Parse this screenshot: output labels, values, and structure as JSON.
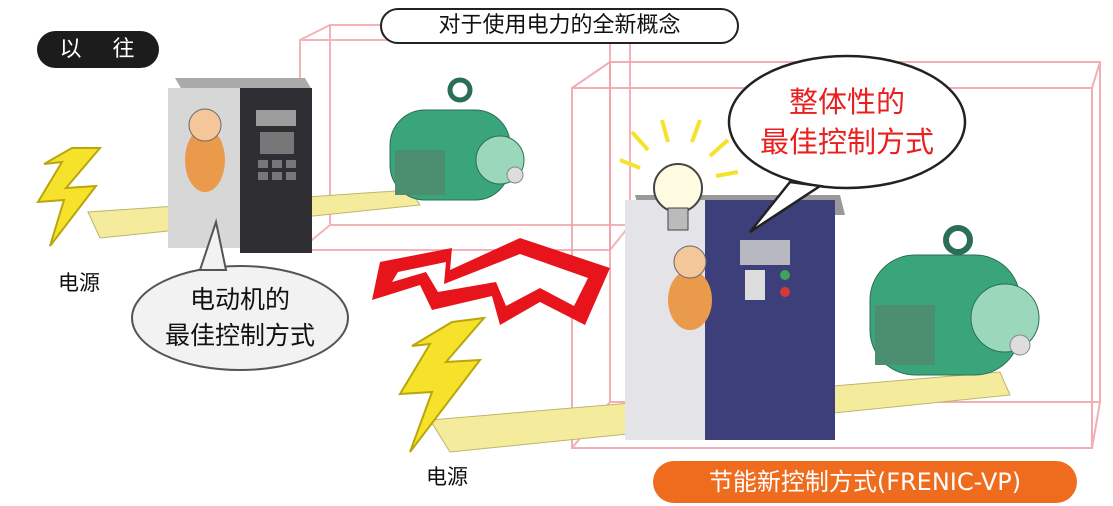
{
  "labels": {
    "previous_badge": "以 往",
    "concept_title": "对于使用电力的全新概念",
    "left_power_source": "电源",
    "right_power_source": "电源",
    "old_bubble_line1": "电动机的",
    "old_bubble_line2": "最佳控制方式",
    "new_bubble_line1": "整体性的",
    "new_bubble_line2": "最佳控制方式",
    "new_method_badge": "节能新控制方式(FRENIC-VP)"
  },
  "colors": {
    "badge_dark": "#1c1c1c",
    "badge_orange": "#ef6c1f",
    "highlight_red_text": "#e8201f",
    "cable_yellow": "#f4ec9c",
    "lightning_yellow": "#f6e22b",
    "motor_green": "#3aa57a",
    "inverter_old": "#2e2e33",
    "inverter_new": "#3d3f7a",
    "box_outline_pink": "#f2a0a8",
    "zigzag_red": "#e8141c"
  },
  "icons": [
    "lightning-icon",
    "lightbulb-icon",
    "motor-icon",
    "inverter-icon",
    "worker-character-icon"
  ]
}
